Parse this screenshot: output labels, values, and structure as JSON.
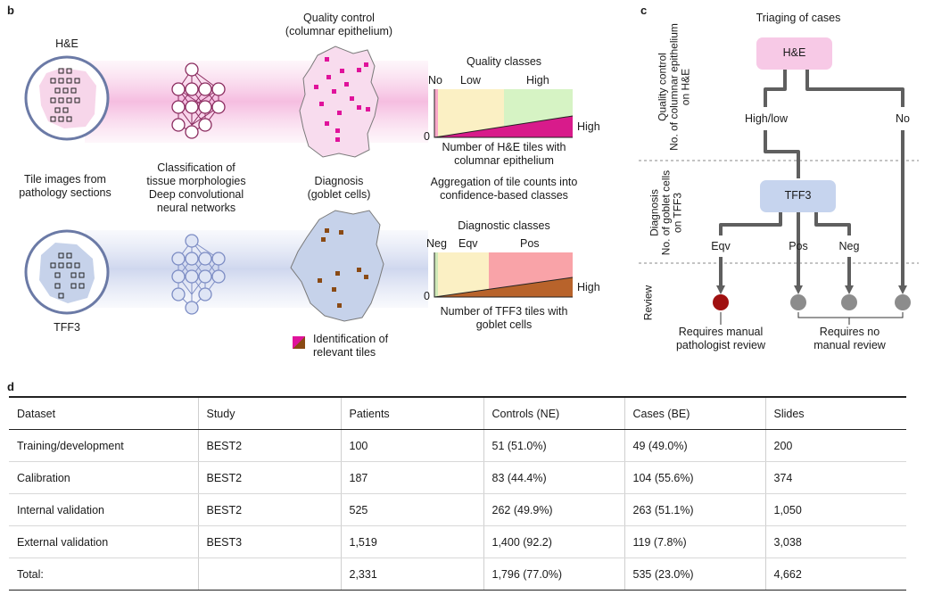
{
  "panels": {
    "b": "b",
    "c": "c",
    "d": "d"
  },
  "panel_b": {
    "he_label": "H&E",
    "tile_images_label": "Tile images from\npathology sections",
    "tff3_label": "TFF3",
    "classification_label": "Classification of\ntissue morphologies\nDeep convolutional\nneural networks",
    "qc_label": "Quality control\n(columnar epithelium)",
    "diagnosis_label": "Diagnosis\n(goblet cells)",
    "quality_classes_title": "Quality classes",
    "quality_class_labels": [
      "No",
      "Low",
      "High"
    ],
    "quality_axis_zero": "0",
    "quality_axis_high": "High",
    "quality_x_label": "Number of H&E tiles with\ncolumnar epithelium",
    "aggregation_label": "Aggregation of tile counts into\nconfidence-based classes",
    "diagnostic_classes_title": "Diagnostic classes",
    "diagnostic_class_labels": [
      "Neg",
      "Eqv",
      "Pos"
    ],
    "diagnostic_axis_zero": "0",
    "diagnostic_axis_high": "High",
    "diagnostic_x_label": "Number of TFF3 tiles with\ngoblet cells",
    "legend_label": "Identification of\nrelevant tiles",
    "colors": {
      "he_pink": "#e0129b",
      "tff3_brown": "#8a4a14",
      "he_tissue": "#f7d6ea",
      "tff3_tissue": "#c6d2ea",
      "nn_purple": "#8a2a5e",
      "nn_blue": "#7c8cc4"
    }
  },
  "panel_c": {
    "title": "Triaging of cases",
    "side_qc": "Quality control\nNo. of columnar epithelium\non H&E",
    "side_diag": "Diagnosis\nNo. of goblet cells\non TFF3",
    "side_review": "Review",
    "he_box": "H&E",
    "tff3_box": "TFF3",
    "high_low": "High/low",
    "no": "No",
    "eqv": "Eqv",
    "pos": "Pos",
    "neg": "Neg",
    "requires_manual": "Requires manual\npathologist review",
    "requires_no_manual": "Requires no\nmanual review",
    "colors": {
      "he_box": "#f7c9e6",
      "tff3_box": "#c6d4ee",
      "manual_dot": "#a01010",
      "auto_dot": "#8c8c8c"
    }
  },
  "panel_d": {
    "columns": [
      "Dataset",
      "Study",
      "Patients",
      "Controls (NE)",
      "Cases (BE)",
      "Slides"
    ],
    "rows": [
      [
        "Training/development",
        "BEST2",
        "100",
        "51 (51.0%)",
        "49 (49.0%)",
        "200"
      ],
      [
        "Calibration",
        "BEST2",
        "187",
        "83 (44.4%)",
        "104 (55.6%)",
        "374"
      ],
      [
        "Internal validation",
        "BEST2",
        "525",
        "262 (49.9%)",
        "263 (51.1%)",
        "1,050"
      ],
      [
        "External validation",
        "BEST3",
        "1,519",
        "1,400 (92.2)",
        "119 (7.8%)",
        "3,038"
      ]
    ],
    "total": [
      "Total:",
      "",
      "2,331",
      "1,796 (77.0%)",
      "535 (23.0%)",
      "4,662"
    ]
  }
}
